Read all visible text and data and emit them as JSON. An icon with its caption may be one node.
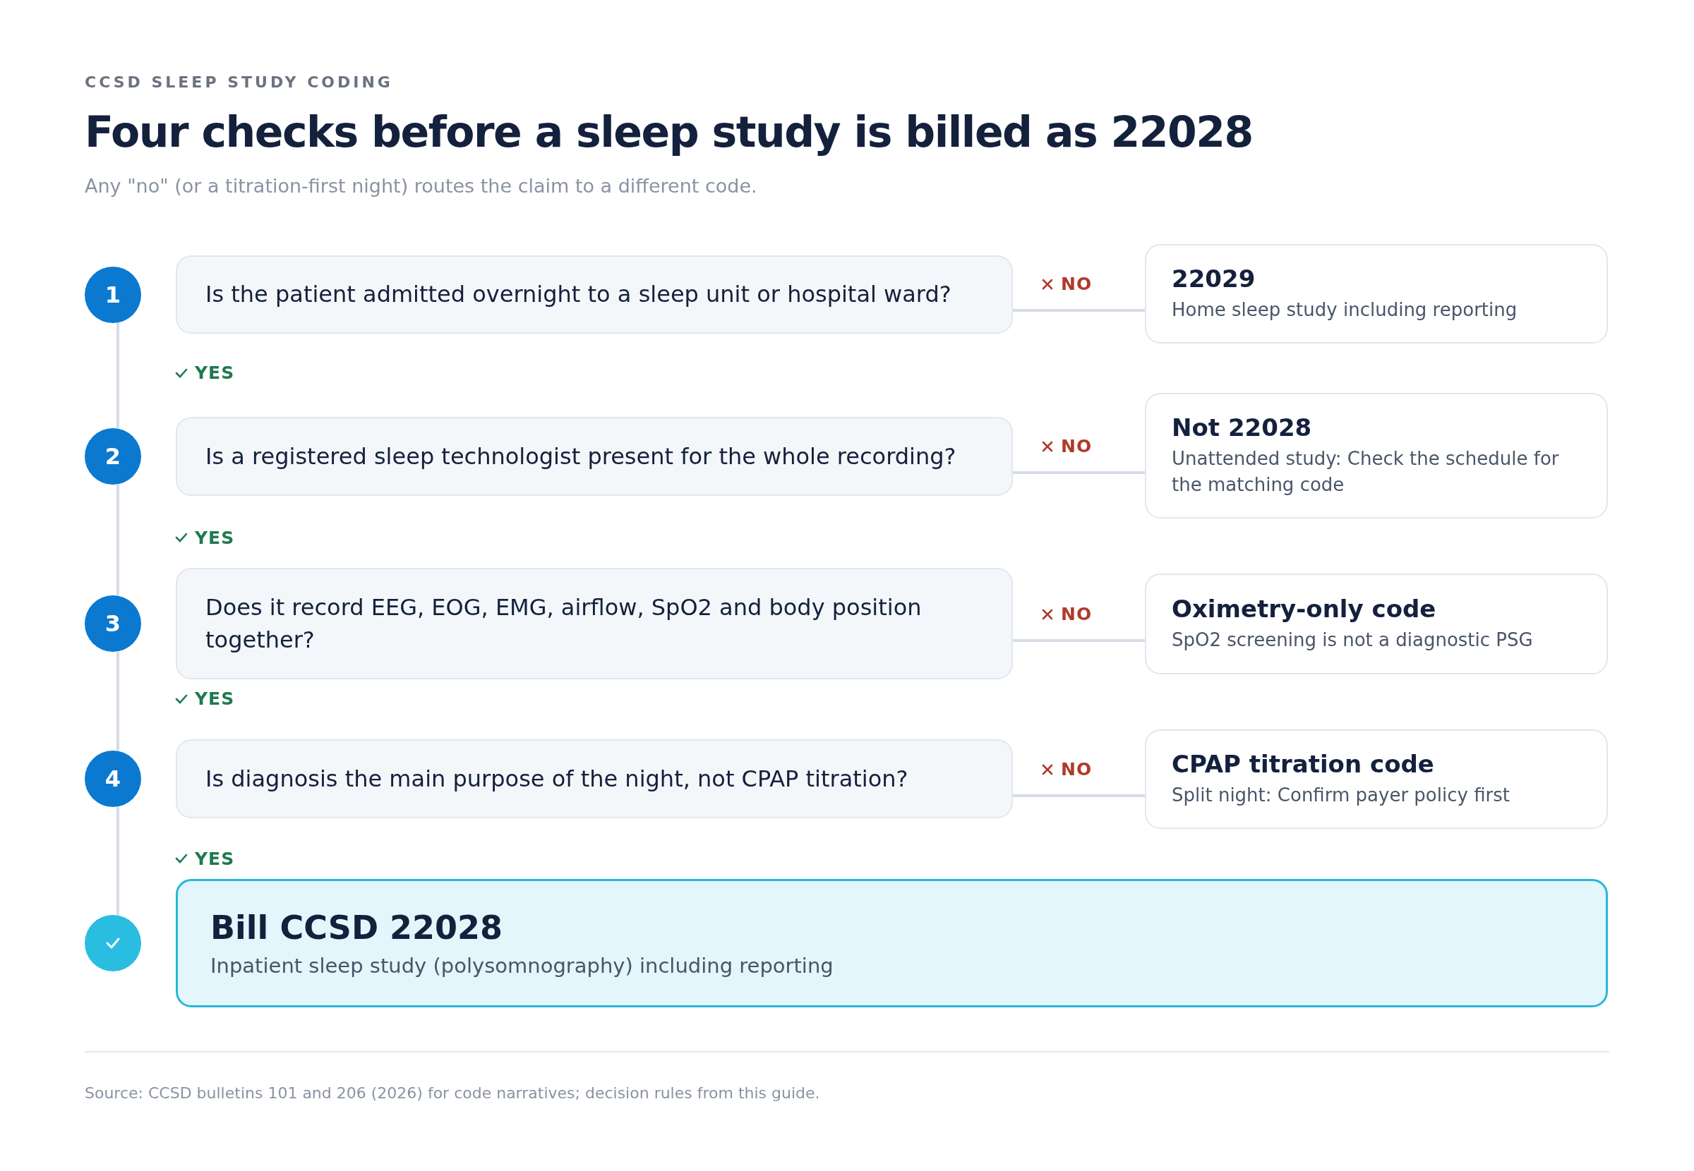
{
  "diagram": {
    "title": "Four checks before a sleep study is billed as 22028",
    "caption": "Source: CCSD bulletins 101 and 206 (2026) for code narratives; decision rules from this guide.",
    "labels": [
      "CCSD SLEEP STUDY CODING",
      "Any \"no\" (or a titration-first night) routes the claim to a different code."
    ],
    "nodes": [
      {
        "text": [
          "1"
        ]
      },
      {
        "text": [
          "Is the patient admitted overnight to a sleep unit or hospital ward?"
        ]
      },
      {
        "text": [
          "22029",
          "Home sleep study including reporting"
        ]
      },
      {
        "text": [
          "2"
        ]
      },
      {
        "text": [
          "Is a registered sleep technologist present for the whole recording?"
        ]
      },
      {
        "text": [
          "Not 22028",
          "Unattended study: Check the schedule for the matching code"
        ]
      },
      {
        "text": [
          "3"
        ]
      },
      {
        "text": [
          "Does it record EEG, EOG, EMG, airflow, SpO2 and body position together?"
        ]
      },
      {
        "text": [
          "Oximetry-only code",
          "SpO2 screening is not a diagnostic PSG"
        ]
      },
      {
        "text": [
          "4"
        ]
      },
      {
        "text": [
          "Is diagnosis the main purpose of the night, not CPAP titration?"
        ]
      },
      {
        "text": [
          "CPAP titration code",
          "Split night: Confirm payer policy first"
        ]
      },
      {
        "text": [],
        "shape": "circle"
      },
      {
        "text": [
          "Bill CCSD 22028",
          "Inpatient sleep study (polysomnography) including reporting"
        ]
      }
    ],
    "edges": [
      {
        "from": 1,
        "to": 2,
        "arrow": "none",
        "label": "NO"
      },
      {
        "from": 0,
        "to": 3,
        "arrow": "none",
        "label": "YES"
      },
      {
        "from": 4,
        "to": 5,
        "arrow": "none",
        "label": "NO"
      },
      {
        "from": 3,
        "to": 6,
        "arrow": "none",
        "label": "YES"
      },
      {
        "from": 7,
        "to": 8,
        "arrow": "none",
        "label": "NO"
      },
      {
        "from": 6,
        "to": 9,
        "arrow": "none",
        "label": "YES"
      },
      {
        "from": 10,
        "to": 11,
        "arrow": "none",
        "label": "NO"
      },
      {
        "from": 9,
        "to": 12,
        "arrow": "none",
        "label": "YES"
      }
    ]
  }
}
